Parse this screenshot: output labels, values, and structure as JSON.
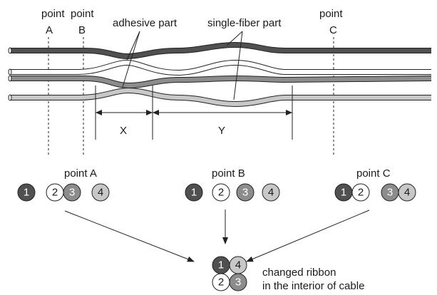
{
  "markers": {
    "point_a": {
      "word": "point",
      "letter": "A"
    },
    "point_b": {
      "word": "point",
      "letter": "B"
    },
    "point_c": {
      "word": "point",
      "letter": "C"
    }
  },
  "labels": {
    "adhesive_part": "adhesive part",
    "single_fiber_part": "single-fiber part",
    "dimension_x": "X",
    "dimension_y": "Y",
    "section_a": "point A",
    "section_b": "point B",
    "section_c": "point C",
    "changed_ribbon_line1": "changed ribbon",
    "changed_ribbon_line2": "in the interior of cable"
  },
  "fiber_numbers": {
    "one": "1",
    "two": "2",
    "three": "3",
    "four": "4"
  },
  "colors": {
    "fiber_1": "#505050",
    "fiber_2": "#ffffff",
    "fiber_3": "#8c8c8c",
    "fiber_4": "#c8c8c8",
    "outline": "#222222"
  }
}
